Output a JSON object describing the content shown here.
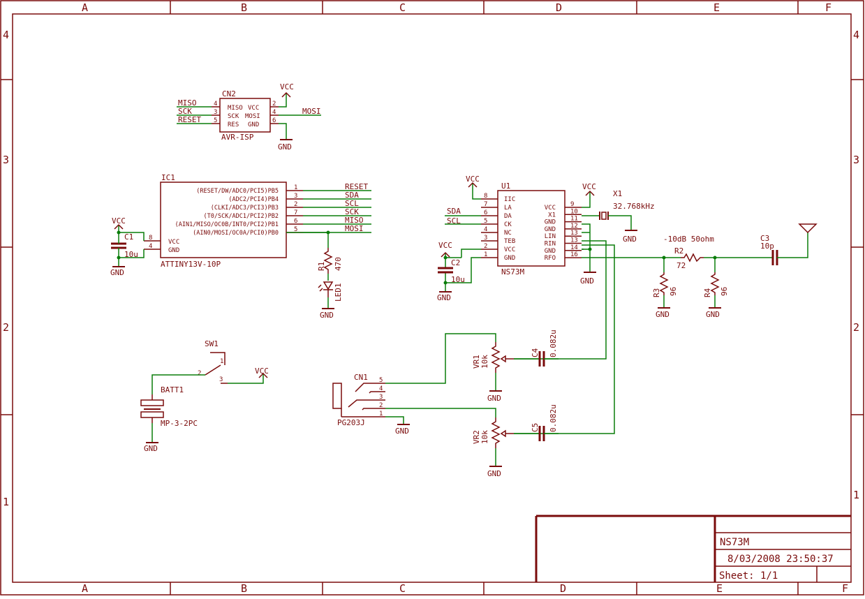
{
  "colors": {
    "drawing": "#7a0b0b",
    "wire": "#0a7d0a",
    "background": "#ffffff"
  },
  "frame": {
    "columns": [
      "A",
      "B",
      "C",
      "D",
      "E",
      "F"
    ],
    "rows": [
      "4",
      "3",
      "2",
      "1"
    ]
  },
  "title_block": {
    "title": "NS73M",
    "datetime": "8/03/2008 23:50:37",
    "sheet": "Sheet: 1/1"
  },
  "nets": {
    "vcc": "VCC",
    "gnd": "GND",
    "miso": "MISO",
    "mosi": "MOSI",
    "sck": "SCK",
    "reset": "RESET",
    "sda": "SDA",
    "scl": "SCL"
  },
  "cn2": {
    "ref": "CN2",
    "value": "AVR-ISP",
    "pin_labels": [
      "MISO",
      "VCC",
      "SCK",
      "MOSI",
      "RES",
      "GND"
    ],
    "pin_numbers": [
      "4",
      "2",
      "3",
      "4",
      "5",
      "6"
    ]
  },
  "ic1": {
    "ref": "IC1",
    "value": "ATTINY13V-10P",
    "pins_right": [
      {
        "name": "(RESET/DW/ADC0/PCI5)PB5",
        "num": "1",
        "net": "RESET"
      },
      {
        "name": "(ADC2/PCI4)PB4",
        "num": "3",
        "net": "SDA"
      },
      {
        "name": "(CLKI/ADC3/PCI3)PB3",
        "num": "2",
        "net": "SCL"
      },
      {
        "name": "(T0/SCK/ADC1/PCI2)PB2",
        "num": "7",
        "net": "SCK"
      },
      {
        "name": "(AIN1/MISO/OC0B/INT0/PCI2)PB1",
        "num": "6",
        "net": "MISO"
      },
      {
        "name": "(AIN0/MOSI/OC0A/PCI0)PB0",
        "num": "5",
        "net": "MOSI"
      }
    ],
    "pins_left": [
      {
        "name": "VCC",
        "num": "8"
      },
      {
        "name": "GND",
        "num": "4"
      }
    ]
  },
  "c1": {
    "ref": "C1",
    "value": "10u"
  },
  "r1": {
    "ref": "R1",
    "value": "470"
  },
  "led1": {
    "ref": "LED1"
  },
  "u1": {
    "ref": "U1",
    "value": "NS73M",
    "pins_left": [
      {
        "name": "IIC",
        "num": "8"
      },
      {
        "name": "LA",
        "num": "7"
      },
      {
        "name": "DA",
        "num": "6"
      },
      {
        "name": "CK",
        "num": "5"
      },
      {
        "name": "NC",
        "num": "4"
      },
      {
        "name": "TEB",
        "num": "3"
      },
      {
        "name": "VCC",
        "num": "2"
      },
      {
        "name": "GND",
        "num": "1"
      }
    ],
    "pins_right": [
      {
        "name": "VCC",
        "num": "9"
      },
      {
        "name": "X1",
        "num": "10"
      },
      {
        "name": "GND",
        "num": "11"
      },
      {
        "name": "GND",
        "num": "12"
      },
      {
        "name": "LIN",
        "num": "13"
      },
      {
        "name": "RIN",
        "num": "13"
      },
      {
        "name": "GND",
        "num": "14"
      },
      {
        "name": "RFO",
        "num": "16"
      }
    ]
  },
  "c2": {
    "ref": "C2",
    "value": "10u"
  },
  "x1": {
    "ref": "X1",
    "value": "32.768kHz"
  },
  "attenuator": {
    "label": "-10dB 50ohm"
  },
  "r2": {
    "ref": "R2",
    "value": "72"
  },
  "r3": {
    "ref": "R3",
    "value": "96"
  },
  "r4": {
    "ref": "R4",
    "value": "96"
  },
  "c3": {
    "ref": "C3",
    "value": "10p"
  },
  "sw1": {
    "ref": "SW1",
    "pins": [
      "2",
      "1",
      "3"
    ]
  },
  "batt1": {
    "ref": "BATT1",
    "value": "MP-3-2PC"
  },
  "cn1": {
    "ref": "CN1",
    "value": "PG203J",
    "pins": [
      "5",
      "4",
      "3",
      "2",
      "1"
    ]
  },
  "vr1": {
    "ref": "VR1",
    "value": "10k"
  },
  "vr2": {
    "ref": "VR2",
    "value": "10k"
  },
  "c4": {
    "ref": "C4",
    "value": "0.082u"
  },
  "c5": {
    "ref": "C5",
    "value": "0.082u"
  }
}
